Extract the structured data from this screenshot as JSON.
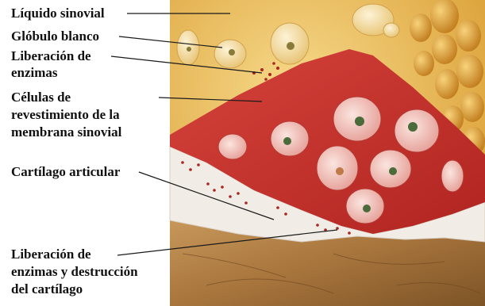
{
  "labels": {
    "synovial_fluid": "Líquido sinovial",
    "white_blood_cell": "Glóbulo blanco",
    "enzyme_release_1": "Liberación de",
    "enzyme_release_2": "enzimas",
    "lining_cells_1": "Células de",
    "lining_cells_2": "revestimiento de la",
    "lining_cells_3": "membrana sinovial",
    "articular_cartilage": "Cartílago articular",
    "cartilage_destruction_1": "Liberación de",
    "cartilage_destruction_2": "enzimas y destrucción",
    "cartilage_destruction_3": "del cartílago"
  },
  "colors": {
    "synovial_fluid": "#e9b445",
    "synovial_membrane": "#c9302c",
    "cell_fill": "#f3c7c0",
    "cartilage": "#f1ece6",
    "bone": "#b98a4e",
    "fat_globules": "#e8a637"
  }
}
